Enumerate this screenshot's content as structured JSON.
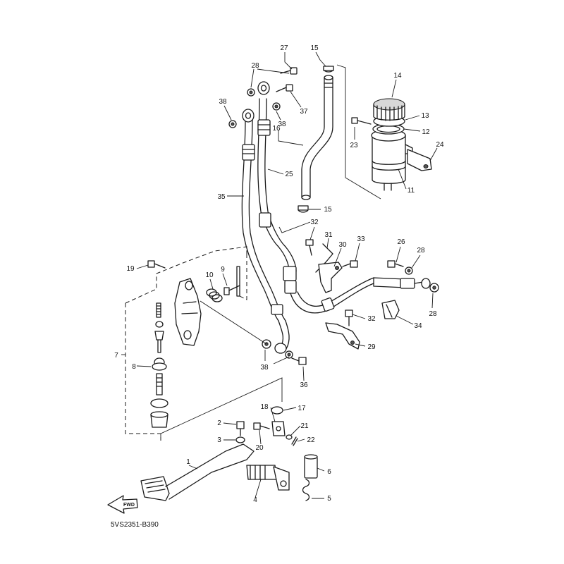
{
  "diagram": {
    "code": "5VS2351-B390",
    "direction_label": "FWD",
    "callouts": [
      "1",
      "2",
      "3",
      "4",
      "5",
      "6",
      "7",
      "8",
      "9",
      "10",
      "11",
      "12",
      "13",
      "14",
      "15",
      "15",
      "16",
      "17",
      "18",
      "19",
      "20",
      "21",
      "22",
      "23",
      "24",
      "25",
      "26",
      "27",
      "28",
      "28",
      "28",
      "29",
      "30",
      "31",
      "32",
      "32",
      "33",
      "34",
      "35",
      "36",
      "37",
      "38",
      "38",
      "38"
    ]
  }
}
